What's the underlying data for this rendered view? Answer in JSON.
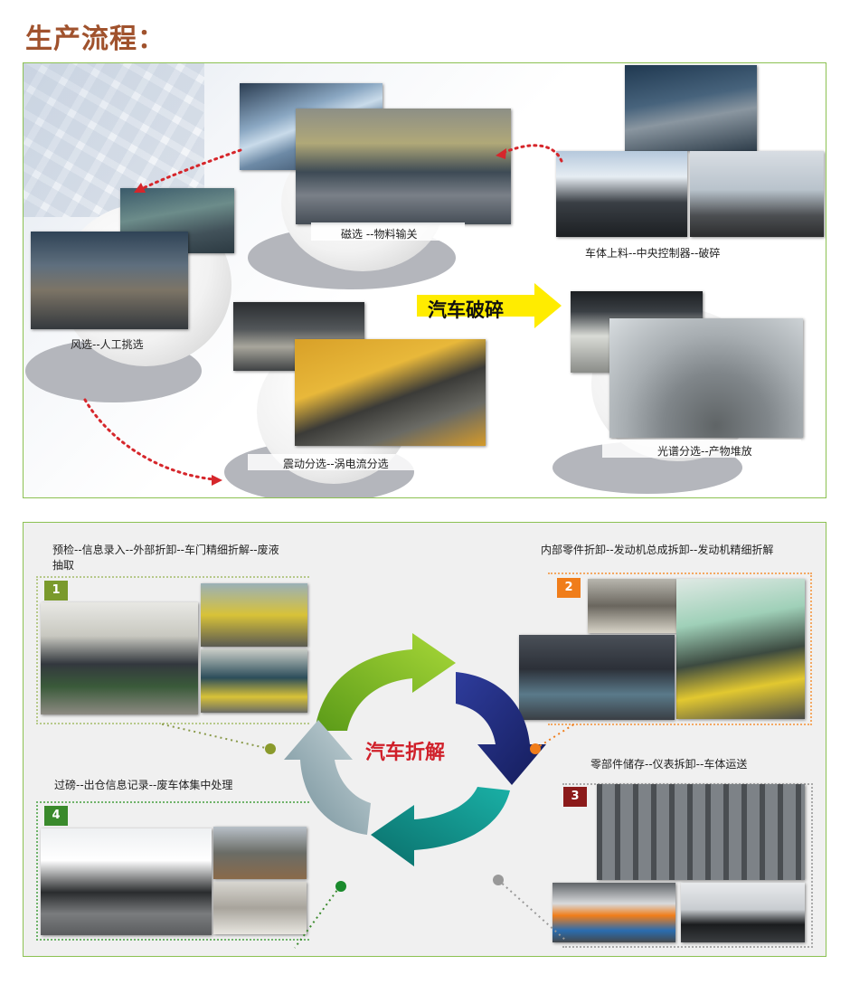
{
  "header": {
    "title": "生产流程："
  },
  "shredding": {
    "center_label": "汽车破碎",
    "captions": {
      "magnetic": "磁选 --物料输关",
      "loading": "车体上料--中央控制器--破碎",
      "air": "风选--人工挑选",
      "vibration": "震动分选--涡电流分选",
      "spectral": "光谱分选--产物堆放"
    }
  },
  "dismantling": {
    "center_label": "汽车折解",
    "steps": [
      {
        "number": "1",
        "text": "预检--信息录入--外部折卸--车门精细折解--废液抽取",
        "color": "#7a9a2c"
      },
      {
        "number": "2",
        "text": "内部零件折卸--发动机总成拆卸--发动机精细折解",
        "color": "#f07d1a"
      },
      {
        "number": "3",
        "text": "零部件储存--仪表拆卸--车体运送",
        "color": "#8b1a1a"
      },
      {
        "number": "4",
        "text": "过磅--出仓信息记录--废车体集中处理",
        "color": "#3a8a2c"
      }
    ]
  },
  "colors": {
    "title": "#a0522d",
    "panel_border": "#8cc152",
    "arrow_yellow": "#ffec00",
    "dotted_red": "#d6262b",
    "cycle_green": "#7fba2a",
    "cycle_navy": "#232f86",
    "cycle_teal": "#14958f",
    "cycle_grey": "#8aa3ab"
  }
}
